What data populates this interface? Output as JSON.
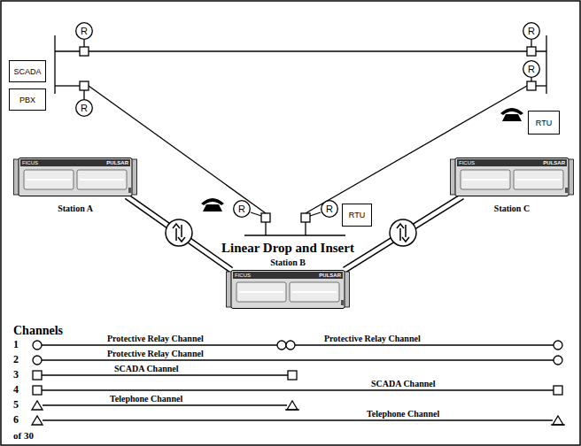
{
  "diagram": {
    "nodes": [
      {
        "text": [
          "R"
        ]
      },
      {
        "text": [
          "R"
        ]
      },
      {
        "text": [
          "SCADA"
        ]
      },
      {
        "text": [
          "R"
        ]
      },
      {
        "text": [
          "PBX"
        ]
      },
      {
        "text": [
          "R"
        ]
      },
      {
        "text": [
          "RTU"
        ]
      },
      {
        "text": [
          "FICUS",
          "PULSAR",
          "Station A"
        ]
      },
      {
        "text": [
          "FICUS",
          "PULSAR",
          "Station C"
        ]
      },
      {
        "text": [
          "R"
        ]
      },
      {
        "text": [
          "R"
        ]
      },
      {
        "text": [
          "RTU"
        ]
      },
      {
        "text": [
          "FICUS",
          "PULSAR",
          "Station B"
        ]
      }
    ],
    "edges": [
      {
        "from": 7,
        "to": 12,
        "arrow": "none"
      },
      {
        "from": 8,
        "to": 12,
        "arrow": "none"
      }
    ],
    "labels": [
      "Linear Drop and Insert",
      "Channels",
      "1",
      "Protective Relay Channel",
      "Protective Relay Channel",
      "2",
      "Protective Relay Channel",
      "3",
      "SCADA Channel",
      "4",
      "SCADA Channel",
      "5",
      "Telephone Channel",
      "6",
      "Telephone Channel",
      "of 30"
    ]
  }
}
